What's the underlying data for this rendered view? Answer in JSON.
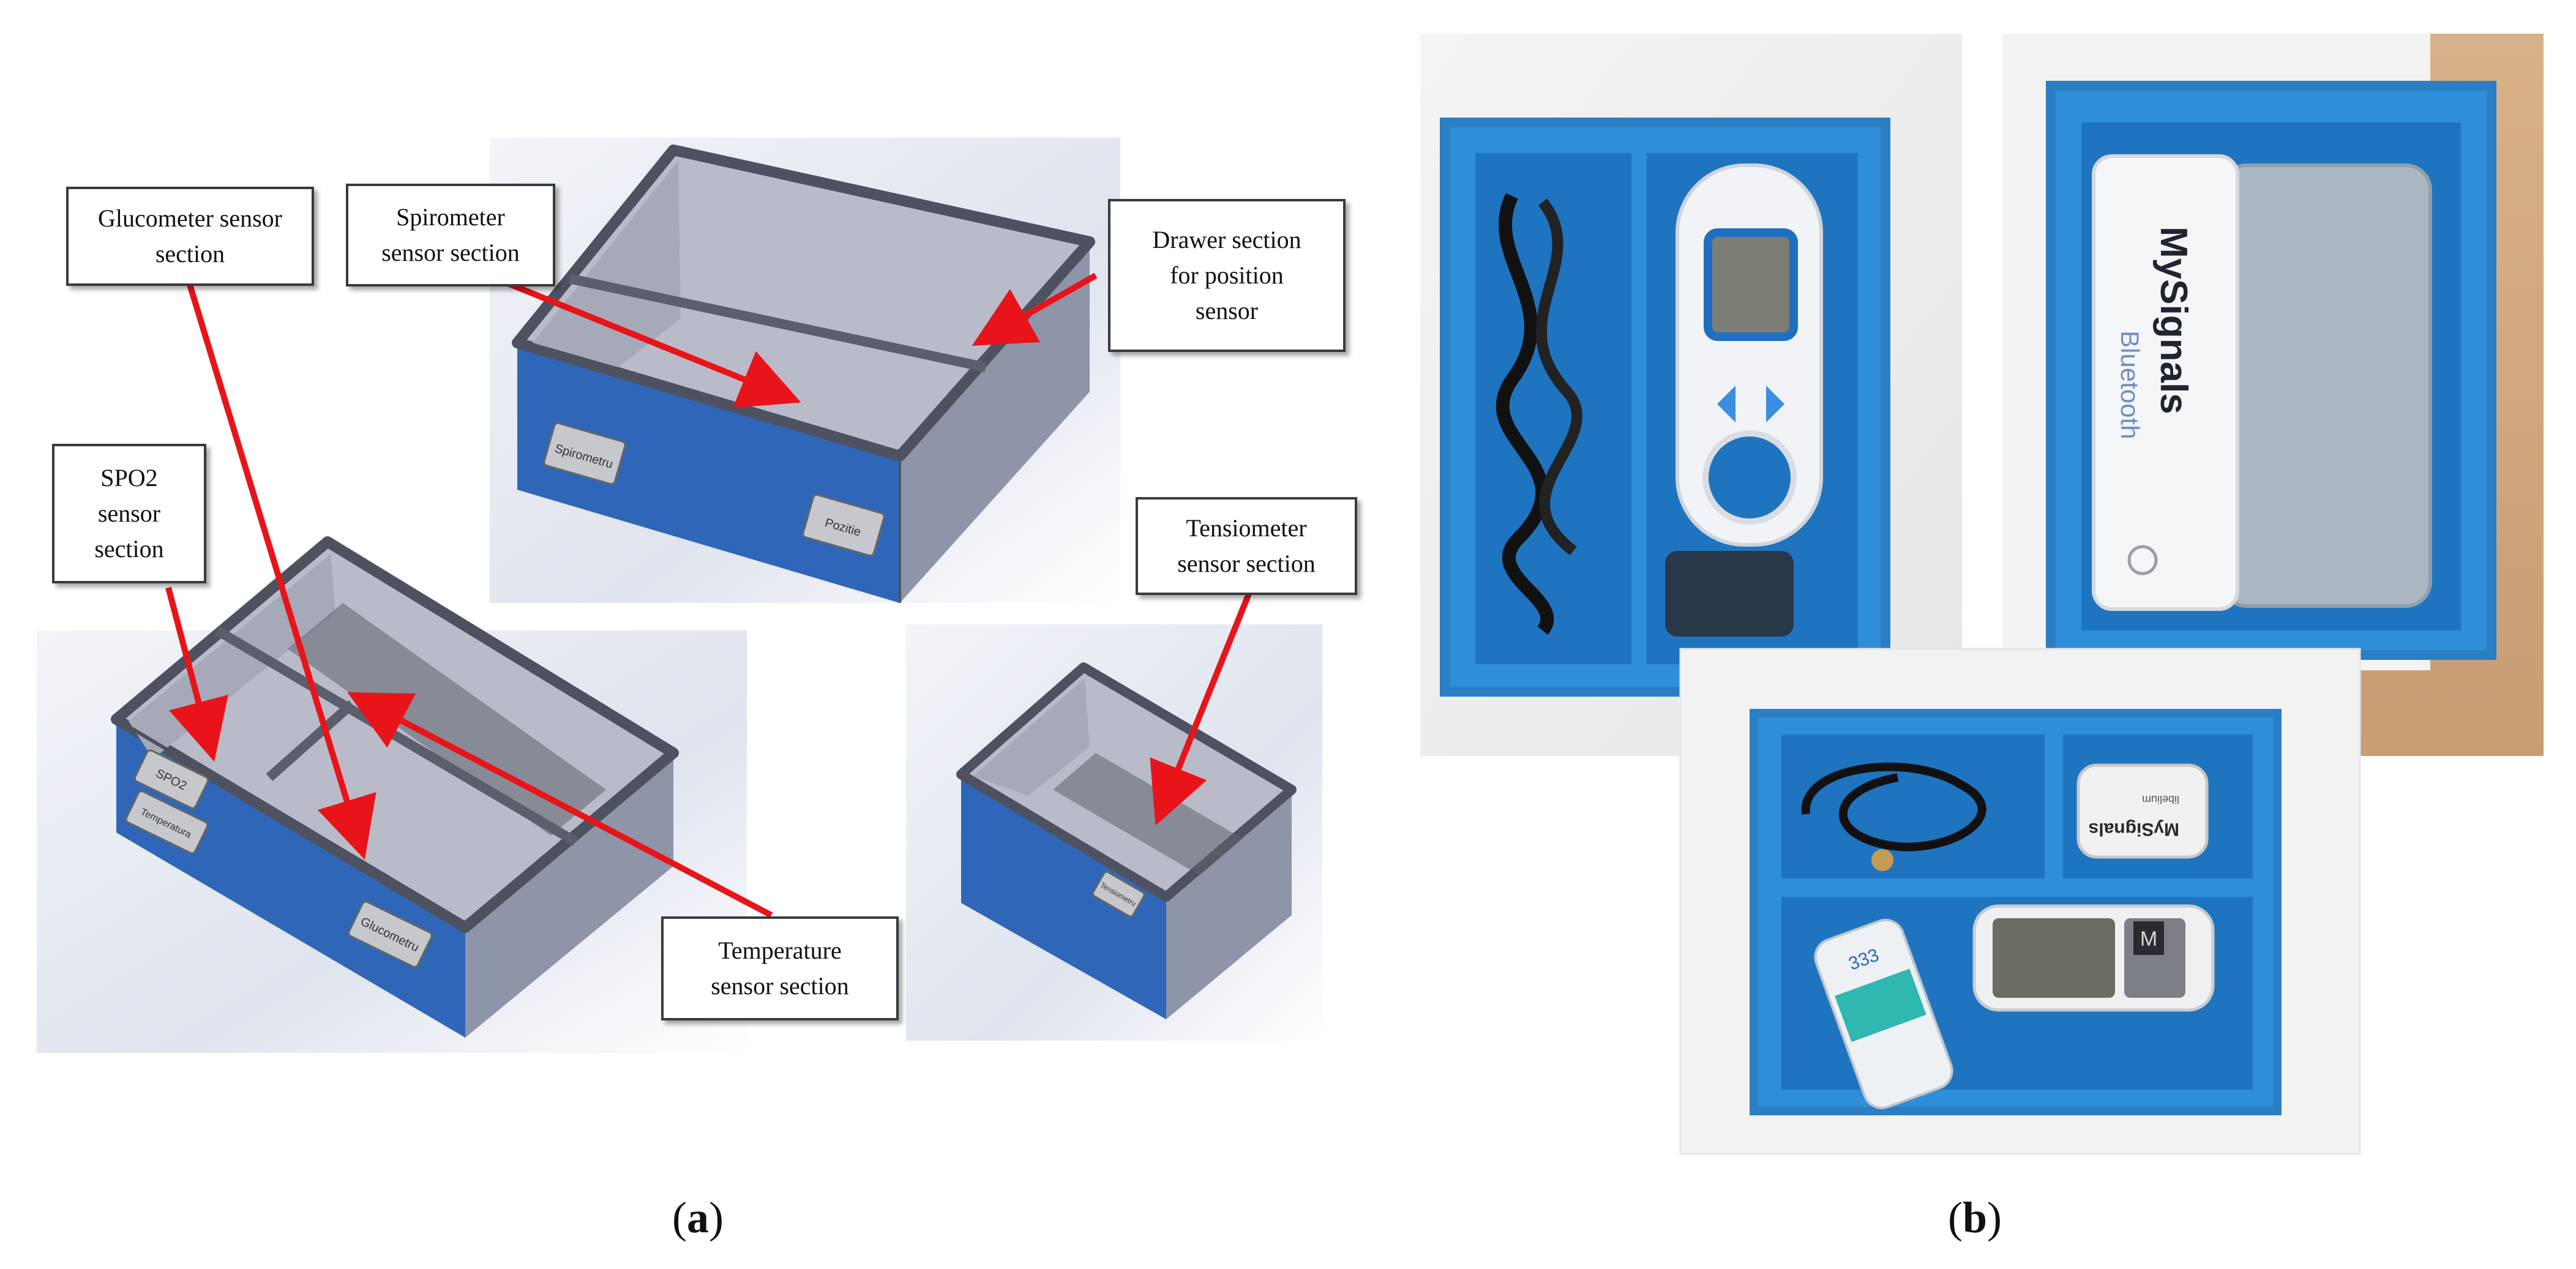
{
  "panel_a": {
    "label_open": "(",
    "label_letter": "a",
    "label_close": ")",
    "callouts": {
      "glucometer_section": [
        "Glucometer sensor",
        "section"
      ],
      "spirometer_section": [
        "Spirometer",
        "sensor section"
      ],
      "drawer_position_section": [
        "Drawer section",
        "for position",
        "sensor"
      ],
      "spo2_section": [
        "SPO2",
        "sensor",
        "section"
      ],
      "tensiometer_section": [
        "Tensiometer",
        "sensor section"
      ],
      "temperature_section": [
        "Temperature",
        "sensor section"
      ]
    },
    "box_tags": {
      "spirometru": "Spirometru",
      "pozitie": "Pozitie",
      "spo2": "SPO2",
      "temperatura": "Temperatura",
      "glucometru": "Glucometru",
      "tensiometru": "Tensiometru"
    }
  },
  "panel_b": {
    "label_open": "(",
    "label_letter": "b",
    "label_close": ")",
    "device_text": {
      "brand": "MySignals",
      "bluetooth": "Bluetooth",
      "sensor_brand": "MySignals",
      "sensor_small": "libelium",
      "strip_number": "333",
      "meter_key": "M"
    }
  },
  "colors": {
    "box_blue": "#2f66b8",
    "box_gray": "#8e95a8",
    "inner_gray": "#b9bcc8",
    "arrow_red": "#e8141a",
    "photo_blue": "#2e8fd8"
  }
}
